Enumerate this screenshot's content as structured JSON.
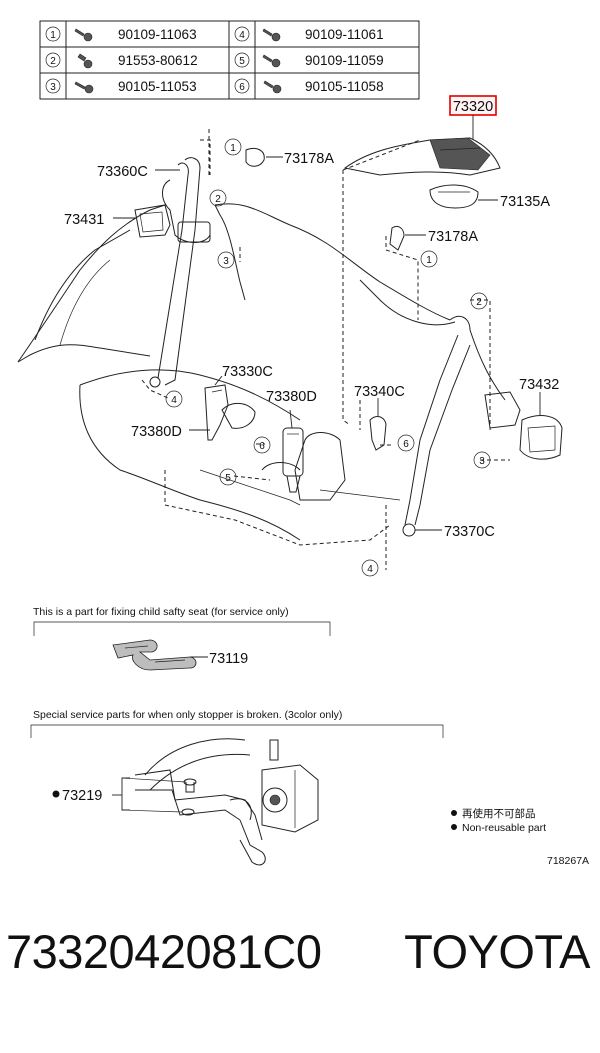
{
  "fastener_table": [
    {
      "no": "1",
      "part": "90109-11063"
    },
    {
      "no": "2",
      "part": "91553-80612"
    },
    {
      "no": "3",
      "part": "90105-11053"
    },
    {
      "no": "4",
      "part": "90109-11061"
    },
    {
      "no": "5",
      "part": "90109-11059"
    },
    {
      "no": "6",
      "part": "90105-11058"
    }
  ],
  "highlight_part": "73320",
  "labels": {
    "p73360C": "73360C",
    "p73178A_top": "73178A",
    "p73135A": "73135A",
    "p73178A_mid": "73178A",
    "p73431": "73431",
    "p73330C": "73330C",
    "p73380D_left": "73380D",
    "p73380D_right": "73380D",
    "p73340C": "73340C",
    "p73432": "73432",
    "p73370C": "73370C",
    "p73119": "73119",
    "p73219": "73219"
  },
  "callout_numbers": [
    "1",
    "2",
    "3",
    "4",
    "5",
    "6"
  ],
  "notes": {
    "child_seat": "This is a part for fixing child safty seat (for service only)",
    "stopper": "Special service parts for when only stopper is broken. (3color only)",
    "legend_jp": "再使用不可部品",
    "legend_en": "Non-reusable part",
    "figure_code": "718267A"
  },
  "footer": {
    "part_number": "7332042081C0",
    "brand": "TOYOTA"
  }
}
